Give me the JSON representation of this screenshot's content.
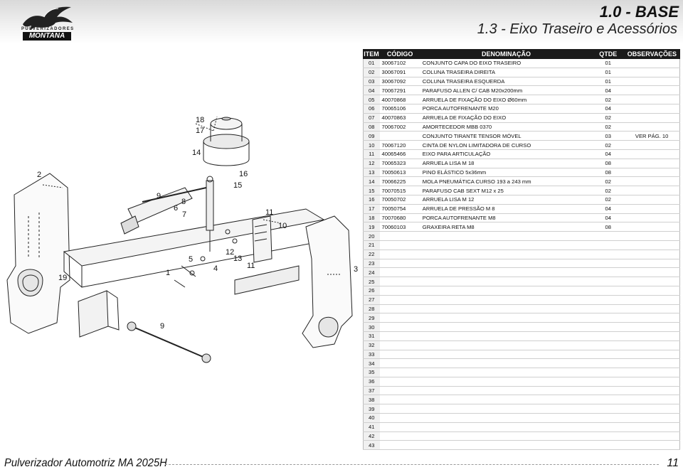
{
  "header": {
    "brand_line": "PULVERIZADORES",
    "brand_name": "MONTANA",
    "section": "1.0  -  BASE",
    "subtitle": "1.3 - Eixo Traseiro e Acessórios"
  },
  "table": {
    "columns": [
      "ITEM",
      "CÓDIGO",
      "DENOMINAÇÃO",
      "QTDE",
      "OBSERVAÇÕES"
    ],
    "rows": [
      {
        "item": "01",
        "code": "30067102",
        "desc": "CONJUNTO CAPA DO EIXO TRASEIRO",
        "qty": "01",
        "obs": ""
      },
      {
        "item": "02",
        "code": "30067091",
        "desc": "COLUNA TRASEIRA DIREITA",
        "qty": "01",
        "obs": ""
      },
      {
        "item": "03",
        "code": "30067092",
        "desc": "COLUNA TRASEIRA ESQUERDA",
        "qty": "01",
        "obs": ""
      },
      {
        "item": "04",
        "code": "70067291",
        "desc": "PARAFUSO ALLEN C/ CAB M20x200mm",
        "qty": "04",
        "obs": ""
      },
      {
        "item": "05",
        "code": "40070868",
        "desc": "ARRUELA DE FIXAÇÃO DO EIXO Ø60mm",
        "qty": "02",
        "obs": ""
      },
      {
        "item": "06",
        "code": "70065106",
        "desc": "PORCA AUTOFRENANTE M20",
        "qty": "04",
        "obs": ""
      },
      {
        "item": "07",
        "code": "40070863",
        "desc": "ARRUELA DE FIXAÇÃO DO EIXO",
        "qty": "02",
        "obs": ""
      },
      {
        "item": "08",
        "code": "70067002",
        "desc": "AMORTECEDOR MBB 0370",
        "qty": "02",
        "obs": ""
      },
      {
        "item": "09",
        "code": "",
        "desc": "CONJUNTO TIRANTE TENSOR MÓVEL",
        "qty": "03",
        "obs": "VER PÁG. 10"
      },
      {
        "item": "10",
        "code": "70067120",
        "desc": "CINTA DE NYLON LIMITADORA DE CURSO",
        "qty": "02",
        "obs": ""
      },
      {
        "item": "11",
        "code": "40065466",
        "desc": "EIXO PARA ARTICULAÇÃO",
        "qty": "04",
        "obs": ""
      },
      {
        "item": "12",
        "code": "70065323",
        "desc": "ARRUELA LISA M 18",
        "qty": "08",
        "obs": ""
      },
      {
        "item": "13",
        "code": "70050613",
        "desc": "PINO ELÁSTICO 5x36mm",
        "qty": "08",
        "obs": ""
      },
      {
        "item": "14",
        "code": "70066225",
        "desc": "MOLA PNEUMÁTICA CURSO 193 a 243 mm",
        "qty": "02",
        "obs": ""
      },
      {
        "item": "15",
        "code": "70070515",
        "desc": "PARAFUSO CAB SEXT M12 x 25",
        "qty": "02",
        "obs": ""
      },
      {
        "item": "16",
        "code": "70050702",
        "desc": "ARRUELA LISA M 12",
        "qty": "02",
        "obs": ""
      },
      {
        "item": "17",
        "code": "70050754",
        "desc": "ARRUELA DE PRESSÃO M 8",
        "qty": "04",
        "obs": ""
      },
      {
        "item": "18",
        "code": "70070680",
        "desc": "PORCA AUTOFRENANTE M8",
        "qty": "04",
        "obs": ""
      },
      {
        "item": "19",
        "code": "70060103",
        "desc": "GRAXEIRA RETA M8",
        "qty": "08",
        "obs": ""
      },
      {
        "item": "20",
        "code": "",
        "desc": "",
        "qty": "",
        "obs": ""
      },
      {
        "item": "21",
        "code": "",
        "desc": "",
        "qty": "",
        "obs": ""
      },
      {
        "item": "22",
        "code": "",
        "desc": "",
        "qty": "",
        "obs": ""
      },
      {
        "item": "23",
        "code": "",
        "desc": "",
        "qty": "",
        "obs": ""
      },
      {
        "item": "24",
        "code": "",
        "desc": "",
        "qty": "",
        "obs": ""
      },
      {
        "item": "25",
        "code": "",
        "desc": "",
        "qty": "",
        "obs": ""
      },
      {
        "item": "26",
        "code": "",
        "desc": "",
        "qty": "",
        "obs": ""
      },
      {
        "item": "27",
        "code": "",
        "desc": "",
        "qty": "",
        "obs": ""
      },
      {
        "item": "28",
        "code": "",
        "desc": "",
        "qty": "",
        "obs": ""
      },
      {
        "item": "29",
        "code": "",
        "desc": "",
        "qty": "",
        "obs": ""
      },
      {
        "item": "30",
        "code": "",
        "desc": "",
        "qty": "",
        "obs": ""
      },
      {
        "item": "31",
        "code": "",
        "desc": "",
        "qty": "",
        "obs": ""
      },
      {
        "item": "32",
        "code": "",
        "desc": "",
        "qty": "",
        "obs": ""
      },
      {
        "item": "33",
        "code": "",
        "desc": "",
        "qty": "",
        "obs": ""
      },
      {
        "item": "34",
        "code": "",
        "desc": "",
        "qty": "",
        "obs": ""
      },
      {
        "item": "35",
        "code": "",
        "desc": "",
        "qty": "",
        "obs": ""
      },
      {
        "item": "36",
        "code": "",
        "desc": "",
        "qty": "",
        "obs": ""
      },
      {
        "item": "37",
        "code": "",
        "desc": "",
        "qty": "",
        "obs": ""
      },
      {
        "item": "38",
        "code": "",
        "desc": "",
        "qty": "",
        "obs": ""
      },
      {
        "item": "39",
        "code": "",
        "desc": "",
        "qty": "",
        "obs": ""
      },
      {
        "item": "40",
        "code": "",
        "desc": "",
        "qty": "",
        "obs": ""
      },
      {
        "item": "41",
        "code": "",
        "desc": "",
        "qty": "",
        "obs": ""
      },
      {
        "item": "42",
        "code": "",
        "desc": "",
        "qty": "",
        "obs": ""
      },
      {
        "item": "43",
        "code": "",
        "desc": "",
        "qty": "",
        "obs": ""
      }
    ]
  },
  "diagram": {
    "callouts": [
      "18",
      "17",
      "14",
      "2",
      "16",
      "15",
      "9",
      "8",
      "6",
      "7",
      "11",
      "10",
      "12",
      "13",
      "5",
      "4",
      "1",
      "11",
      "19",
      "9",
      "3"
    ]
  },
  "footer": {
    "model": "Pulverizador Automotriz MA 2025H",
    "page": "11"
  },
  "colors": {
    "header_gradient_top": "#d9d9d9",
    "table_header_bg": "#1a1a1a",
    "item_cell_bg": "#f0f0f0"
  }
}
